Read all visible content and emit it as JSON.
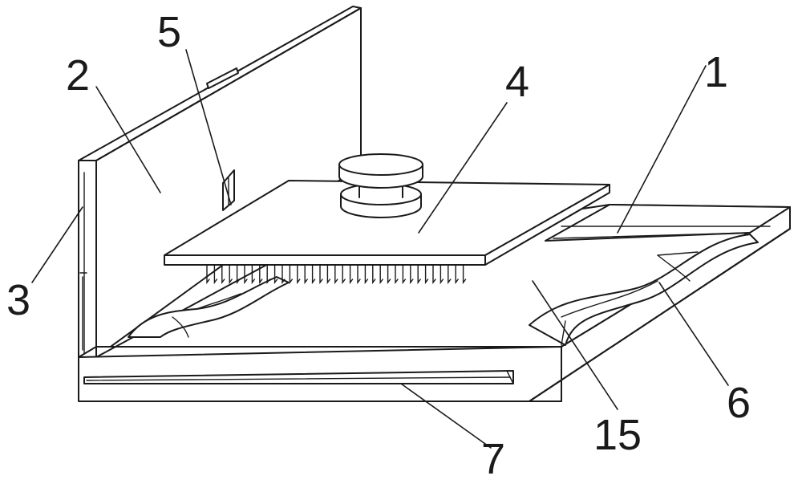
{
  "labels": {
    "l1": "1",
    "l2": "2",
    "l3": "3",
    "l4": "4",
    "l5": "5",
    "l6": "6",
    "l7": "7",
    "l15": "15"
  }
}
